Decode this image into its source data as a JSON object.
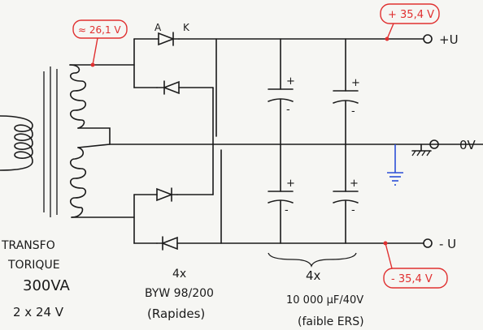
{
  "labels": {
    "diode_anode": "A",
    "diode_cathode": "K",
    "ac_voltage": "≈ 26,1 V",
    "pos_voltage": "+ 35,4 V",
    "neg_voltage": "- 35,4 V",
    "out_pos": "+U",
    "out_zero": "0V",
    "out_neg": "- U",
    "transfo_line1": "TRANSFO",
    "transfo_line2": "TORIQUE",
    "transfo_line3": "300VA",
    "transfo_line4": "2 x 24 V",
    "diodes_count": "4x",
    "diodes_ref": "BYW 98/200",
    "diodes_note": "(Rapides)",
    "caps_count": "4x",
    "caps_ref": "10 000 µF/40V",
    "caps_note": "(faible ERS)",
    "cap_plus": "+",
    "cap_minus": "-"
  },
  "colors": {
    "ink": "#1a1a1a",
    "annotation": "#e03030",
    "ground": "#2b4fd6",
    "paper": "#f6f6f3"
  }
}
